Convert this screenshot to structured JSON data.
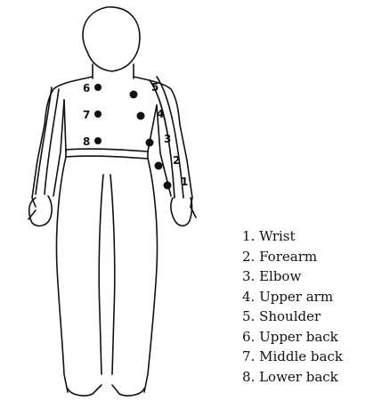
{
  "figure": {
    "markers": [
      {
        "label": "1"
      },
      {
        "label": "2"
      },
      {
        "label": "3"
      },
      {
        "label": "4"
      },
      {
        "label": "5"
      },
      {
        "label": "6"
      },
      {
        "label": "7"
      },
      {
        "label": "8"
      }
    ]
  },
  "legend": {
    "items": [
      "1. Wrist",
      "2. Forearm",
      "3. Elbow",
      "4. Upper arm",
      "5. Shoulder",
      "6. Upper back",
      "7. Middle back",
      "8. Lower back"
    ]
  }
}
